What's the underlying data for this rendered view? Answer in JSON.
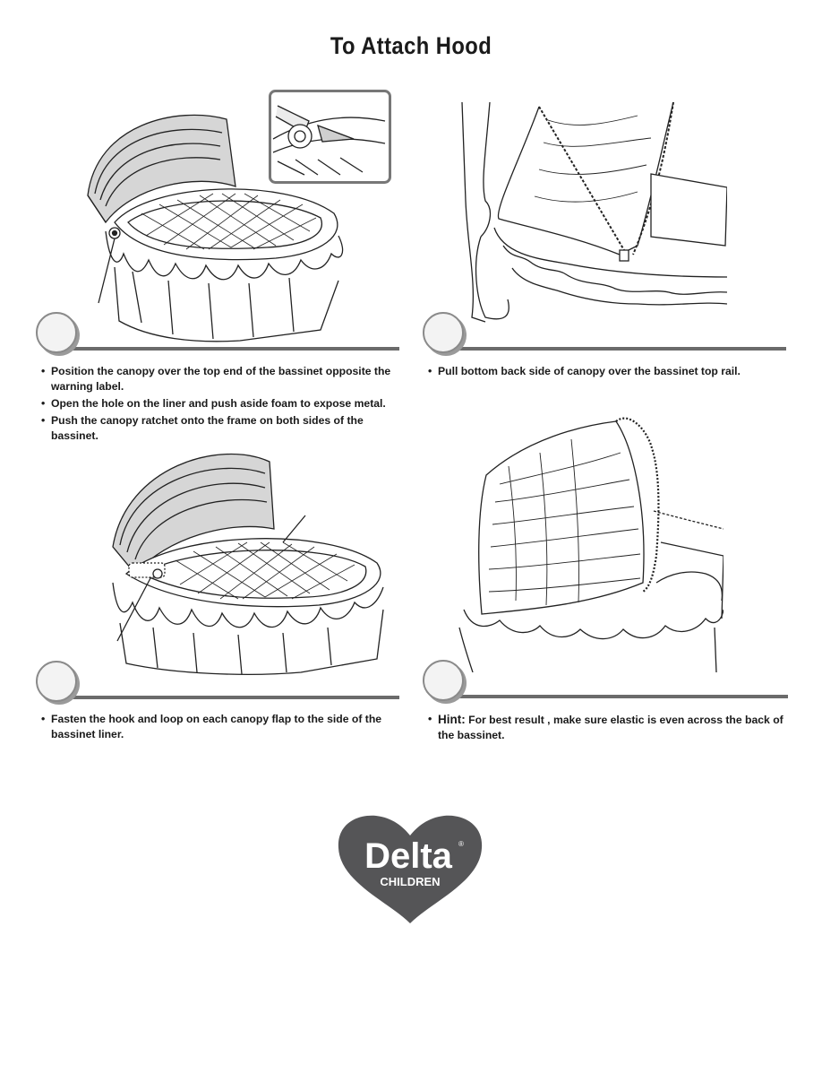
{
  "page": {
    "title": "To Attach Hood"
  },
  "steps": [
    {
      "panel": "top-left",
      "bullets": [
        "Position the canopy over the top end of the bassinet opposite the warning label.",
        "Open the hole on the liner and push aside foam to expose metal.",
        "Push the canopy ratchet onto the frame on both sides of the bassinet."
      ]
    },
    {
      "panel": "top-right",
      "bullets": [
        "Pull bottom back side of canopy over the bassinet top rail."
      ]
    },
    {
      "panel": "bottom-left",
      "bullets": [
        "Fasten the hook and loop on each canopy flap to the side of the bassinet liner."
      ]
    },
    {
      "panel": "bottom-right",
      "hint_label": "Hint:",
      "hint_text": " For best result , make sure elastic is even across the back of the bassinet."
    }
  ],
  "logo": {
    "brand": "Delta",
    "sub": "CHILDREN",
    "mark": "®",
    "color": "#555557"
  },
  "colors": {
    "divider": "#6b6b6b",
    "canopy_shade": "#d4d4d4"
  }
}
